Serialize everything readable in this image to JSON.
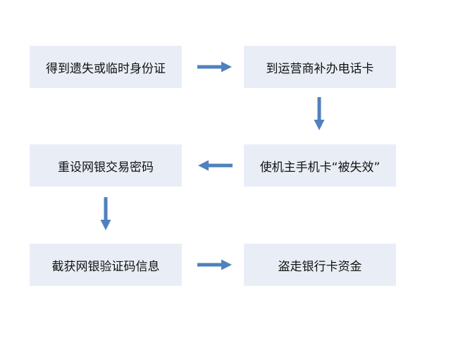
{
  "colors": {
    "box_fill": "#e9eef6",
    "arrow": "#4f81bd",
    "text": "#111111"
  },
  "nodes": [
    {
      "id": "n1",
      "label": "得到遗失或临时身份证"
    },
    {
      "id": "n2",
      "label": "到运营商补办电话卡"
    },
    {
      "id": "n3",
      "label": "重设网银交易密码"
    },
    {
      "id": "n4",
      "label": "使机主手机卡“被失效”"
    },
    {
      "id": "n5",
      "label": "截获网银验证码信息"
    },
    {
      "id": "n6",
      "label": "盗走银行卡资金"
    }
  ],
  "edges": [
    {
      "from": "n1",
      "to": "n2"
    },
    {
      "from": "n2",
      "to": "n4"
    },
    {
      "from": "n4",
      "to": "n3"
    },
    {
      "from": "n3",
      "to": "n5"
    },
    {
      "from": "n5",
      "to": "n6"
    }
  ]
}
